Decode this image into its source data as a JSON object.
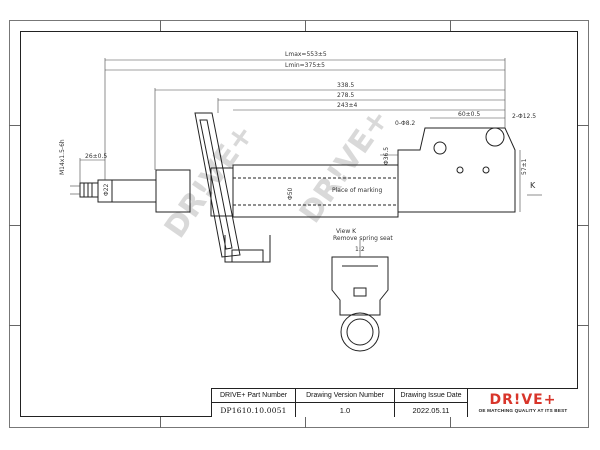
{
  "drawing": {
    "dim_lmax": "Lmax=553±5",
    "dim_lmin": "Lmin=375±5",
    "dim_338": "338.5",
    "dim_278": "278.5",
    "dim_243": "243±4",
    "dim_60": "60±0.5",
    "dim_phi12": "2-Φ12.5",
    "dim_phi8": "0-Φ8.2",
    "dim_26": "26±0.5",
    "dim_m14": "M14x1.5-6h",
    "dim_phi22": "Φ22",
    "dim_phi50": "Φ50",
    "dim_phi36": "Φ36.5",
    "dim_57": "57±1",
    "marking": "Place of marking",
    "view_k": "View K",
    "remove_note": "Remove spring seat",
    "view_scale": "1:2",
    "letter_k": "K"
  },
  "watermark": "DR!VE+",
  "title_block": {
    "part_number_label": "DRIVE+ Part Number",
    "part_number": "DP1610.10.0051",
    "version_label": "Drawing Version  Number",
    "version": "1.0",
    "issue_date_label": "Drawing Issue Date",
    "issue_date": "2022.05.11",
    "logo_text": "DR!VE+",
    "logo_tagline": "OE MATCHING QUALITY AT ITS BEST"
  },
  "colors": {
    "logo_red": "#d8352a",
    "line": "#222222",
    "watermark": "#d9d9d9"
  }
}
